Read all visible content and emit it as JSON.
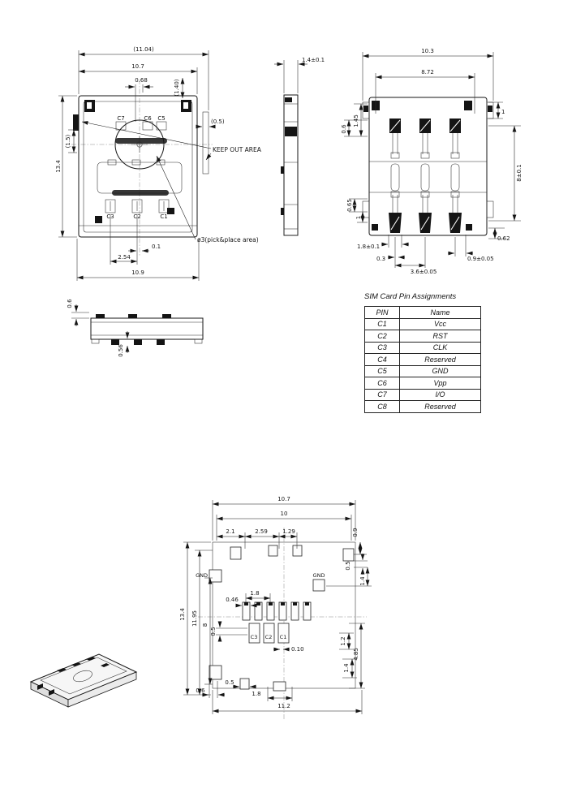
{
  "pin_table": {
    "title": "SIM Card Pin Assignments",
    "col_pin": "PIN",
    "col_name": "Name",
    "rows": [
      {
        "pin": "C1",
        "name": "Vcc"
      },
      {
        "pin": "C2",
        "name": "RST"
      },
      {
        "pin": "C3",
        "name": "CLK"
      },
      {
        "pin": "C4",
        "name": "Reserved"
      },
      {
        "pin": "C5",
        "name": "GND"
      },
      {
        "pin": "C6",
        "name": "Vpp"
      },
      {
        "pin": "C7",
        "name": "I/O"
      },
      {
        "pin": "C8",
        "name": "Reserved"
      }
    ]
  },
  "top_view": {
    "dim_overall_width_ref": "(11.04)",
    "dim_width": "10.7",
    "dim_center_offset": "0.68",
    "dim_tab_ref": "(1.40)",
    "dim_keepout_ref": "(0.5)",
    "keep_out_label": "KEEP OUT AREA",
    "dim_left_ref": "(1.5)",
    "dim_height": "13.4",
    "pick_place_label": "ø3(pick&place area)",
    "dim_contact_offset": "0.1",
    "dim_pitch": "2.54",
    "dim_bottom_width": "10.9",
    "contacts_top": [
      "C7",
      "C6",
      "C5"
    ],
    "contacts_bottom": [
      "C3",
      "C2",
      "C1"
    ]
  },
  "side_view": {
    "dim_thickness": "1.4±0.1"
  },
  "bottom_view": {
    "dim_width": "10.3",
    "dim_inner_width": "8.72",
    "dim_top_right": "1",
    "dim_ear_offset": "1.45",
    "dim_edge": "0.6",
    "dim_contact_span": "8±0.1",
    "dim_065": "0.65",
    "dim_bottom_left": "1",
    "dim_062": "0.62",
    "dim_contact_width": "1.8±0.1",
    "dim_gap": "0.3",
    "dim_pitch": "3.6±0.05",
    "dim_09": "0.9±0.05"
  },
  "front_view": {
    "dim_height": "0.6",
    "dim_contact_height": "0.56"
  },
  "footprint": {
    "dim_width": "10.7",
    "dim_inner_width": "10",
    "dim_21": "2.1",
    "dim_259": "2.59",
    "dim_129": "1.29",
    "dim_09": "0.9",
    "dim_05_right": "0.5",
    "dim_14_right": "1.4",
    "gnd_left": "GND",
    "gnd_right": "GND",
    "dim_height": "13.4",
    "dim_1195": "11.95",
    "dim_8": "8",
    "dim_046": "0.46",
    "dim_18_mid": "1.8",
    "dim_05_mid": "0.5",
    "contacts": [
      "C3",
      "C2",
      "C1"
    ],
    "dim_010": "0.10",
    "dim_12": "1.2",
    "dim_485": "4.85",
    "dim_14_low": "1.4",
    "dim_06_bot": "0.6",
    "dim_05_bot": "0.5",
    "dim_18_bot": "1.8",
    "dim_112": "11.2"
  }
}
